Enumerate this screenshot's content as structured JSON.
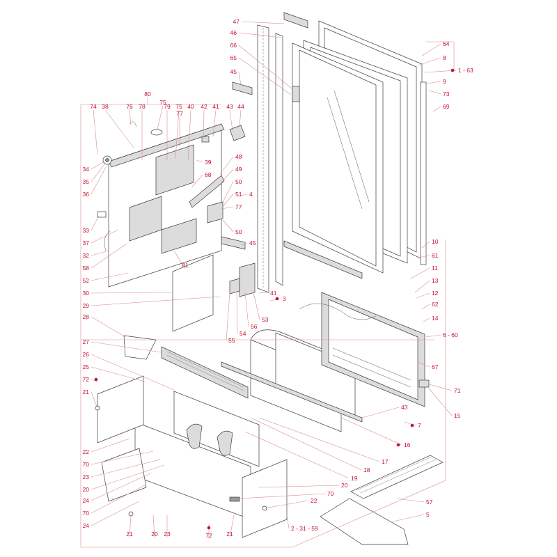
{
  "callouts": [
    {
      "id": "c47",
      "text": "47"
    },
    {
      "id": "c46",
      "text": "46"
    },
    {
      "id": "c66",
      "text": "66"
    },
    {
      "id": "c65",
      "text": "65"
    },
    {
      "id": "c45a",
      "text": "45"
    },
    {
      "id": "c64",
      "text": "64"
    },
    {
      "id": "c8",
      "text": "8"
    },
    {
      "id": "c1-63",
      "text": "1  -  63"
    },
    {
      "id": "c9",
      "text": "9"
    },
    {
      "id": "c73",
      "text": "73"
    },
    {
      "id": "c69",
      "text": "69"
    },
    {
      "id": "c80",
      "text": "80"
    },
    {
      "id": "c75a",
      "text": "75"
    },
    {
      "id": "c74",
      "text": "74"
    },
    {
      "id": "c38",
      "text": "38"
    },
    {
      "id": "c76",
      "text": "76"
    },
    {
      "id": "c78",
      "text": "78"
    },
    {
      "id": "c79",
      "text": "79"
    },
    {
      "id": "c75b",
      "text": "75"
    },
    {
      "id": "c40",
      "text": "40"
    },
    {
      "id": "c42",
      "text": "42"
    },
    {
      "id": "c41a",
      "text": "41"
    },
    {
      "id": "c43",
      "text": "43"
    },
    {
      "id": "c44",
      "text": "44"
    },
    {
      "id": "c77a",
      "text": "77"
    },
    {
      "id": "c39",
      "text": "39"
    },
    {
      "id": "c48",
      "text": "48"
    },
    {
      "id": "c49",
      "text": "49"
    },
    {
      "id": "c68",
      "text": "68"
    },
    {
      "id": "c50a",
      "text": "50"
    },
    {
      "id": "c4",
      "text": "4"
    },
    {
      "id": "c51",
      "text": "51"
    },
    {
      "id": "c77b",
      "text": "77"
    },
    {
      "id": "c50b",
      "text": "50"
    },
    {
      "id": "c34",
      "text": "34"
    },
    {
      "id": "c35",
      "text": "35"
    },
    {
      "id": "c36",
      "text": "36"
    },
    {
      "id": "c33",
      "text": "33"
    },
    {
      "id": "c37",
      "text": "37"
    },
    {
      "id": "c32",
      "text": "32"
    },
    {
      "id": "c58",
      "text": "58"
    },
    {
      "id": "c52",
      "text": "52"
    },
    {
      "id": "c81",
      "text": "81"
    },
    {
      "id": "c45b",
      "text": "45"
    },
    {
      "id": "c30",
      "text": "30"
    },
    {
      "id": "c29",
      "text": "29"
    },
    {
      "id": "c41b",
      "text": "41"
    },
    {
      "id": "c3",
      "text": "3"
    },
    {
      "id": "c10",
      "text": "10"
    },
    {
      "id": "c61",
      "text": "61"
    },
    {
      "id": "c11",
      "text": "11"
    },
    {
      "id": "c13",
      "text": "13"
    },
    {
      "id": "c12",
      "text": "12"
    },
    {
      "id": "c62",
      "text": "62"
    },
    {
      "id": "c14",
      "text": "14"
    },
    {
      "id": "c6-60",
      "text": "6  -  60"
    },
    {
      "id": "c53",
      "text": "53"
    },
    {
      "id": "c56",
      "text": "56"
    },
    {
      "id": "c54",
      "text": "54"
    },
    {
      "id": "c55",
      "text": "55"
    },
    {
      "id": "c28",
      "text": "28"
    },
    {
      "id": "c27",
      "text": "27"
    },
    {
      "id": "c26",
      "text": "26"
    },
    {
      "id": "c25",
      "text": "25"
    },
    {
      "id": "c72a",
      "text": "72"
    },
    {
      "id": "c21a",
      "text": "21"
    },
    {
      "id": "c67",
      "text": "67"
    },
    {
      "id": "c71",
      "text": "71"
    },
    {
      "id": "c43b",
      "text": "43"
    },
    {
      "id": "c15",
      "text": "15"
    },
    {
      "id": "c7",
      "text": "7"
    },
    {
      "id": "c16",
      "text": "16"
    },
    {
      "id": "c22a",
      "text": "22"
    },
    {
      "id": "c70a",
      "text": "70"
    },
    {
      "id": "c23a",
      "text": "23"
    },
    {
      "id": "c20a",
      "text": "20"
    },
    {
      "id": "c24a",
      "text": "24"
    },
    {
      "id": "c17",
      "text": "17"
    },
    {
      "id": "c18",
      "text": "18"
    },
    {
      "id": "c19",
      "text": "19"
    },
    {
      "id": "c70b",
      "text": "70"
    },
    {
      "id": "c24b",
      "text": "24"
    },
    {
      "id": "c20b",
      "text": "20"
    },
    {
      "id": "c70c",
      "text": "70"
    },
    {
      "id": "c22b",
      "text": "22"
    },
    {
      "id": "c57",
      "text": "57"
    },
    {
      "id": "c5",
      "text": "5"
    },
    {
      "id": "c21b",
      "text": "21"
    },
    {
      "id": "c20c",
      "text": "20"
    },
    {
      "id": "c23b",
      "text": "23"
    },
    {
      "id": "c72b",
      "text": "72"
    },
    {
      "id": "c21c",
      "text": "21"
    },
    {
      "id": "c2-31-59",
      "text": "2  -  31  -  59"
    }
  ],
  "colors": {
    "callout": "#c8102e",
    "leader": "#d98c8c",
    "line": "#3a3a3a"
  }
}
